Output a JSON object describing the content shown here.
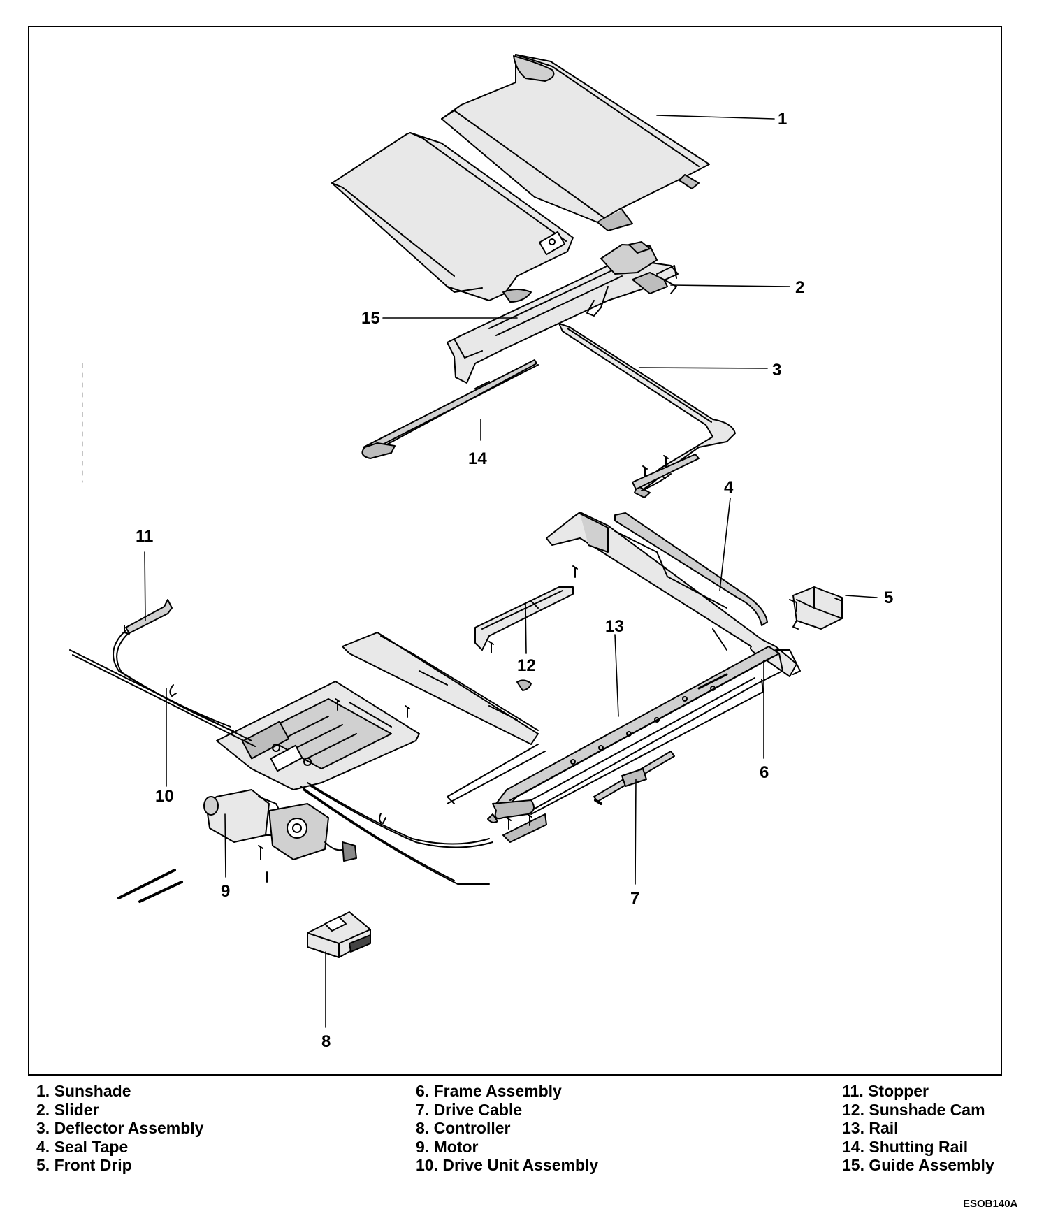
{
  "callouts": [
    "1",
    "2",
    "3",
    "4",
    "5",
    "6",
    "7",
    "8",
    "9",
    "10",
    "11",
    "12",
    "13",
    "14",
    "15"
  ],
  "legend": {
    "col1": [
      "1. Sunshade",
      "2. Slider",
      "3. Deflector Assembly",
      "4. Seal Tape",
      "5. Front Drip"
    ],
    "col2": [
      "6. Frame Assembly",
      "7. Drive Cable",
      "8. Controller",
      "9. Motor",
      "10. Drive Unit Assembly"
    ],
    "col3": [
      "11. Stopper",
      "12. Sunshade Cam",
      "13. Rail",
      "14. Shutting Rail",
      "15. Guide Assembly"
    ]
  },
  "figure_code": "ESOB140A",
  "colors": {
    "line": "#000000",
    "panel_fill": "#e8e8e8",
    "panel_dark": "#bdbdbd",
    "background": "#ffffff"
  }
}
